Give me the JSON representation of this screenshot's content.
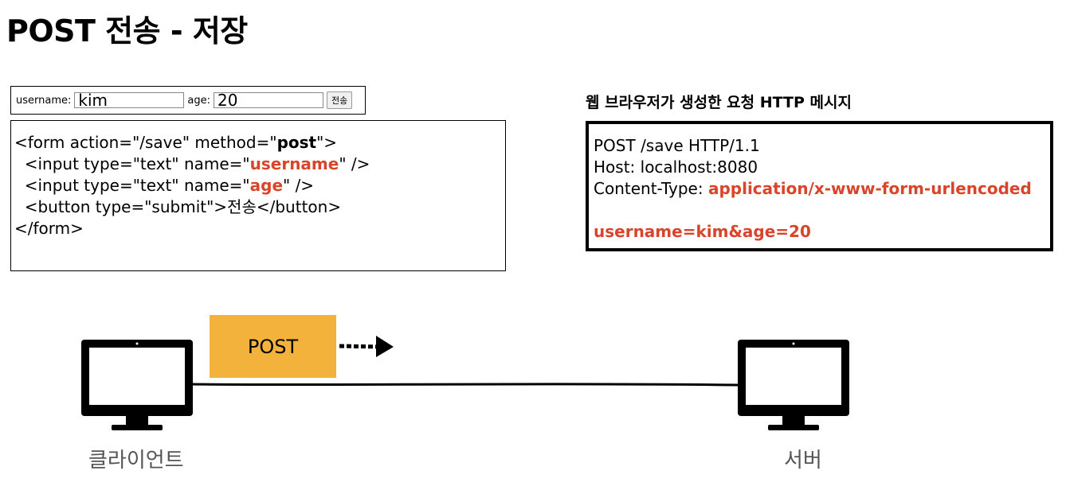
{
  "title": "POST 전송 - 저장",
  "form_demo": {
    "username_label": "username:",
    "username_value": "kim",
    "age_label": "age:",
    "age_value": "20",
    "submit_label": "전송"
  },
  "code": {
    "line1_a": "<form action=\"/save\" method=\"",
    "line1_b": "post",
    "line1_c": "\">",
    "line2_a": "  <input type=\"text\" name=\"",
    "line2_b": "username",
    "line2_c": "\" />",
    "line3_a": "  <input type=\"text\" name=\"",
    "line3_b": "age",
    "line3_c": "\" />",
    "line4": "  <button type=\"submit\">전송</button>",
    "line5": "</form>"
  },
  "http": {
    "heading": "웹 브라우저가 생성한 요청 HTTP 메시지",
    "request_line": "POST /save HTTP/1.1",
    "host": "Host: localhost:8080",
    "content_type_label": "Content-Type: ",
    "content_type_value": "application/x-www-form-urlencoded",
    "body": "username=kim&age=20"
  },
  "diagram": {
    "method_badge": "POST",
    "client_label": "클라이언트",
    "server_label": "서버"
  },
  "colors": {
    "accent_red": "#d9452b",
    "badge_orange": "#f2b23b"
  },
  "icons": [
    "monitor-icon",
    "arrow-right-icon"
  ]
}
